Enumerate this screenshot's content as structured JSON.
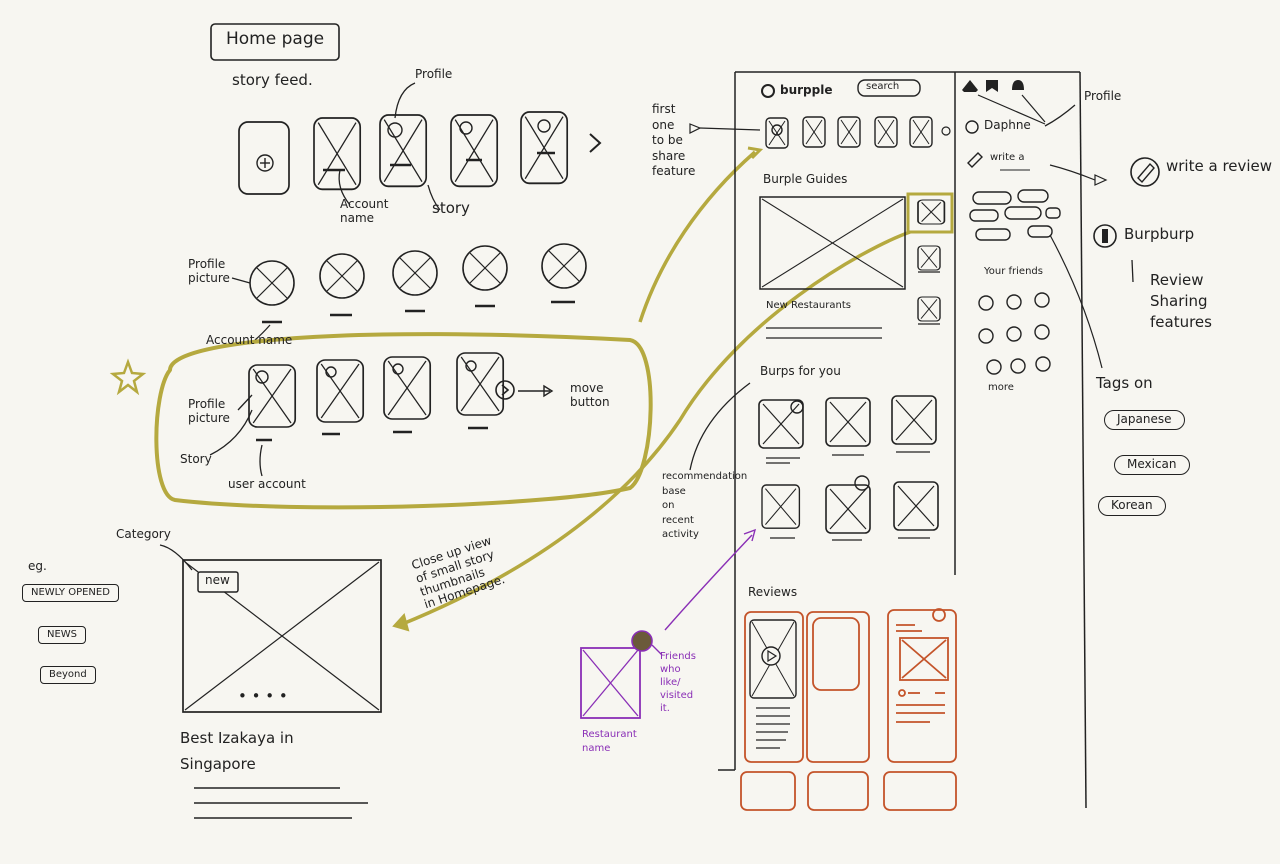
{
  "homepage": {
    "title": "Home page",
    "subtitle": "story feed.",
    "label_profile": "Profile",
    "label_account_name": "Account\nname",
    "label_story": "story",
    "label_profile_picture": "Profile\npicture",
    "label_account_name_2": "Account name",
    "label_profile_picture_2": "Profile\npicture",
    "label_story_2": "Story",
    "label_user_account": "user account",
    "label_move_button": "move\nbutton",
    "star": "★",
    "arrow_right": "›"
  },
  "category_card": {
    "label_category": "Category",
    "label_eg": "eg.",
    "tags": [
      "NEWLY OPENED",
      "NEWS",
      "Beyond"
    ],
    "badge": "new",
    "dots": "• • • •",
    "caption": "Best Izakaya in\nSingapore",
    "note": "Close up view\nof small story\nthumbnails\nin Homepage."
  },
  "burpple_page": {
    "logo": "burpple",
    "search": "search",
    "first_share_note": "first\none\nto be\nshare\nfeature",
    "section_guides": "Burple Guides",
    "new_restaurants": "New Restaurants",
    "section_burps": "Burps for you",
    "recommendation_note": "recommendation\nbase\non\nrecent\nactivity",
    "section_reviews": "Reviews",
    "sidebar_user": "Daphne",
    "sidebar_write": "write a",
    "your_friends": "Your friends",
    "more": "more"
  },
  "right_notes": {
    "profile": "Profile",
    "write_review": "write a review",
    "burpburp": "Burpburp",
    "review_sharing": "Review\nSharing\nfeatures",
    "tags_on": "Tags on",
    "tags": [
      "Japanese",
      "Mexican",
      "Korean"
    ]
  },
  "purple_note": {
    "friends_note": "Friends\nwho\nlike/\nvisited\nit.",
    "restaurant_name": "Restaurant\nname"
  },
  "colors": {
    "ink": "#222222",
    "highlight": "#b5a93f",
    "purple": "#8a2fb6",
    "orange": "#c4542a",
    "paper": "#f7f6f1"
  }
}
